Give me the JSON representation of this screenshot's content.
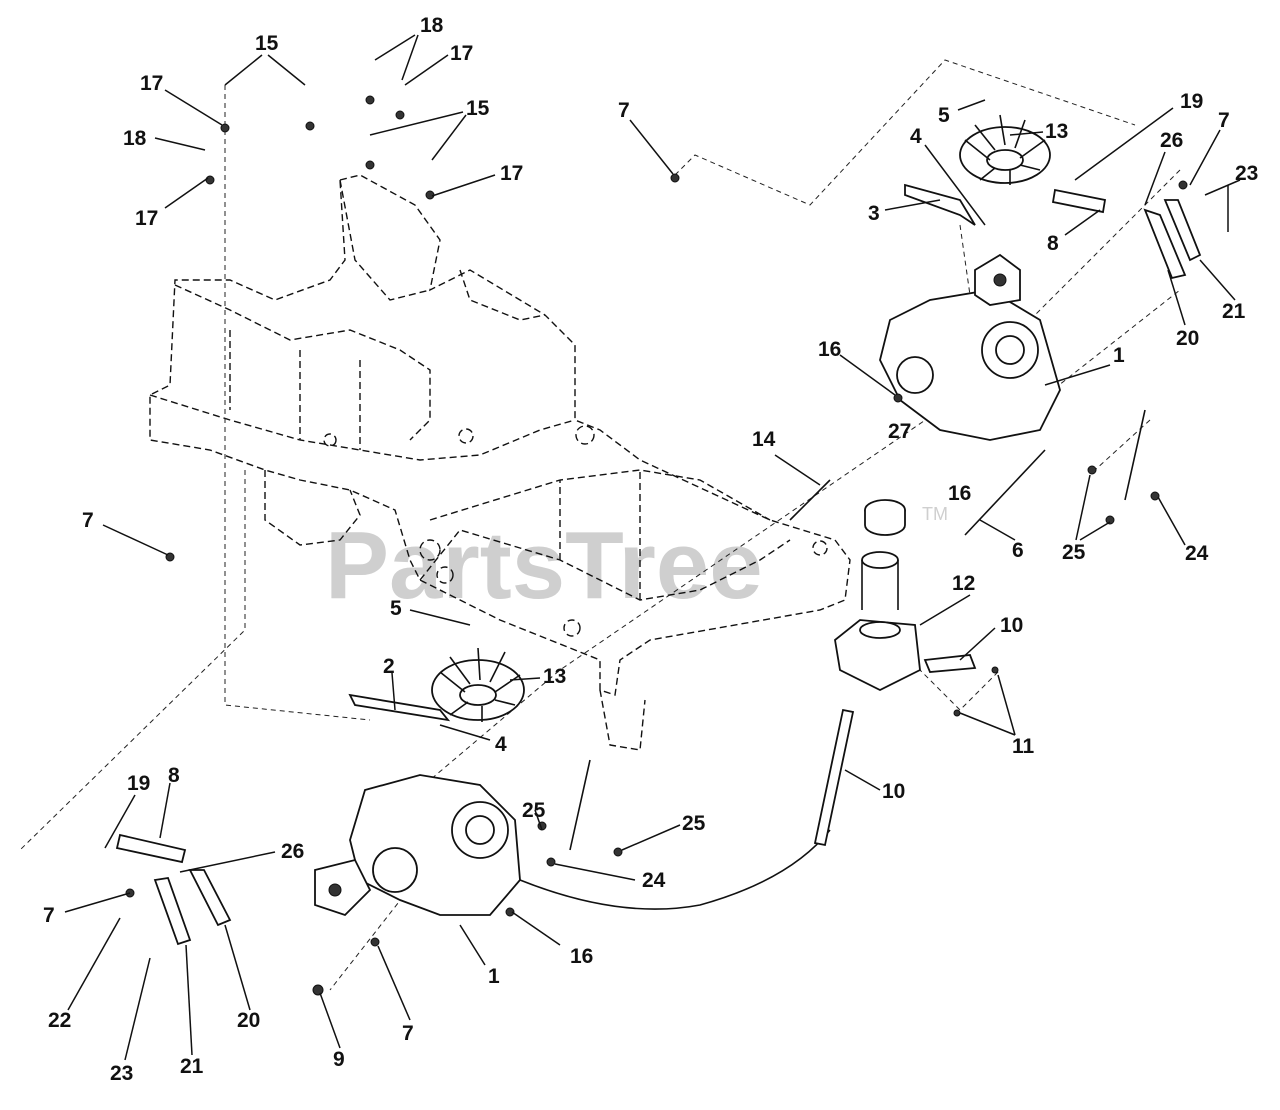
{
  "watermark": {
    "brand": "PartsTree",
    "trademark": "TM"
  },
  "callouts": [
    "15",
    "18",
    "17",
    "17",
    "18",
    "17",
    "15",
    "17",
    "7",
    "19",
    "5",
    "13",
    "4",
    "7",
    "26",
    "23",
    "3",
    "8",
    "21",
    "20",
    "16",
    "1",
    "14",
    "27",
    "16",
    "6",
    "25",
    "24",
    "7",
    "5",
    "12",
    "10",
    "2",
    "13",
    "4",
    "11",
    "19",
    "8",
    "10",
    "25",
    "25",
    "26",
    "24",
    "7",
    "16",
    "1",
    "22",
    "23",
    "21",
    "20",
    "9",
    "7"
  ]
}
